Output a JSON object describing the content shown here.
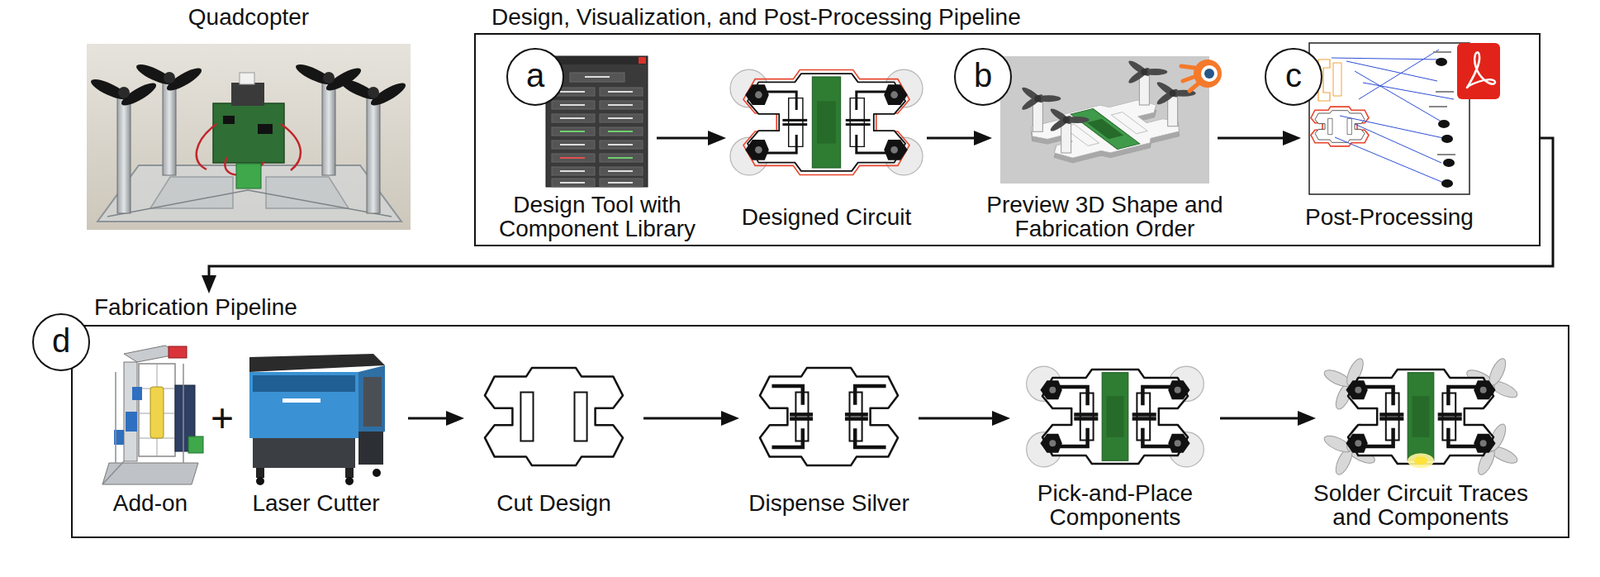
{
  "diagram": {
    "nodes": [
      {
        "text": [
          "Quadcopter"
        ]
      },
      {
        "text": [
          "Design, Visualization, and Post-Processing Pipeline"
        ]
      },
      {
        "text": [
          "a"
        ],
        "in": 1
      },
      {
        "text": [
          "Design Tool with Component Library"
        ],
        "in": 1
      },
      {
        "text": [
          "Designed Circuit"
        ],
        "in": 1
      },
      {
        "text": [
          "b"
        ],
        "in": 1
      },
      {
        "text": [
          "Preview 3D Shape and Fabrication Order"
        ],
        "in": 1
      },
      {
        "text": [
          "c"
        ],
        "in": 1
      },
      {
        "text": [
          "Post-Processing"
        ],
        "in": 1
      },
      {
        "text": [
          "Fabrication Pipeline"
        ]
      },
      {
        "text": [
          "d"
        ],
        "in": 9
      },
      {
        "text": [
          "Add-on"
        ],
        "in": 9
      },
      {
        "text": [
          "Laser Cutter"
        ],
        "in": 9
      },
      {
        "text": [
          "Cut Design"
        ],
        "in": 9
      },
      {
        "text": [
          "Dispense Silver"
        ],
        "in": 9
      },
      {
        "text": [
          "Pick-and-Place Components"
        ],
        "in": 9
      },
      {
        "text": [
          "Solder Circuit Traces and Components"
        ],
        "in": 9
      }
    ],
    "edges": [
      {
        "from": 3,
        "to": 4,
        "arrow": "to"
      },
      {
        "from": 4,
        "to": 6,
        "arrow": "to"
      },
      {
        "from": 6,
        "to": 8,
        "arrow": "to"
      },
      {
        "from": 1,
        "to": 9,
        "arrow": "to"
      },
      {
        "from": 12,
        "to": 13,
        "arrow": "to"
      },
      {
        "from": 13,
        "to": 14,
        "arrow": "to"
      },
      {
        "from": 14,
        "to": 15,
        "arrow": "to"
      },
      {
        "from": 15,
        "to": 16,
        "arrow": "to"
      }
    ],
    "labels": [
      "+"
    ]
  }
}
